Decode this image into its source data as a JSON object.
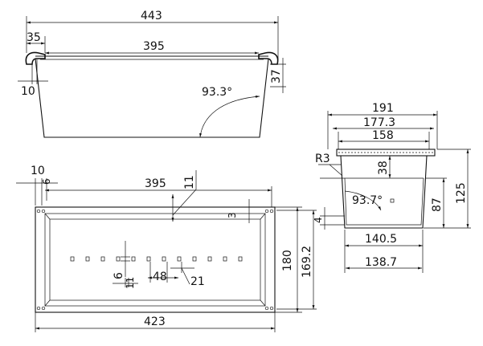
{
  "front_view": {
    "overall_width": "443",
    "inner_width": "395",
    "rim_offset": "35",
    "lip_thickness": "10",
    "rim_height": "37",
    "wall_angle": "93.3°"
  },
  "side_view": {
    "top_outer_width": "191",
    "top_mid_width": "177.3",
    "top_inner_width": "158",
    "corner_radius": "R3",
    "rim_depth": "38",
    "wall_angle": "93.7°",
    "inner_height": "87",
    "overall_height": "125",
    "step": "4",
    "bottom_outer_width": "140.5",
    "bottom_inner_width": "138.7"
  },
  "plan_view": {
    "rim_edge": "10",
    "hole_dim": "6",
    "inner_length": "395",
    "rim_offset": "11",
    "wall_offset": "3",
    "overall_width": "180",
    "inner_width": "169.2",
    "overall_length": "423",
    "hole_height": "6",
    "hole_pitch": "48",
    "hole_pitch_total": "21",
    "hole_size": "11"
  }
}
